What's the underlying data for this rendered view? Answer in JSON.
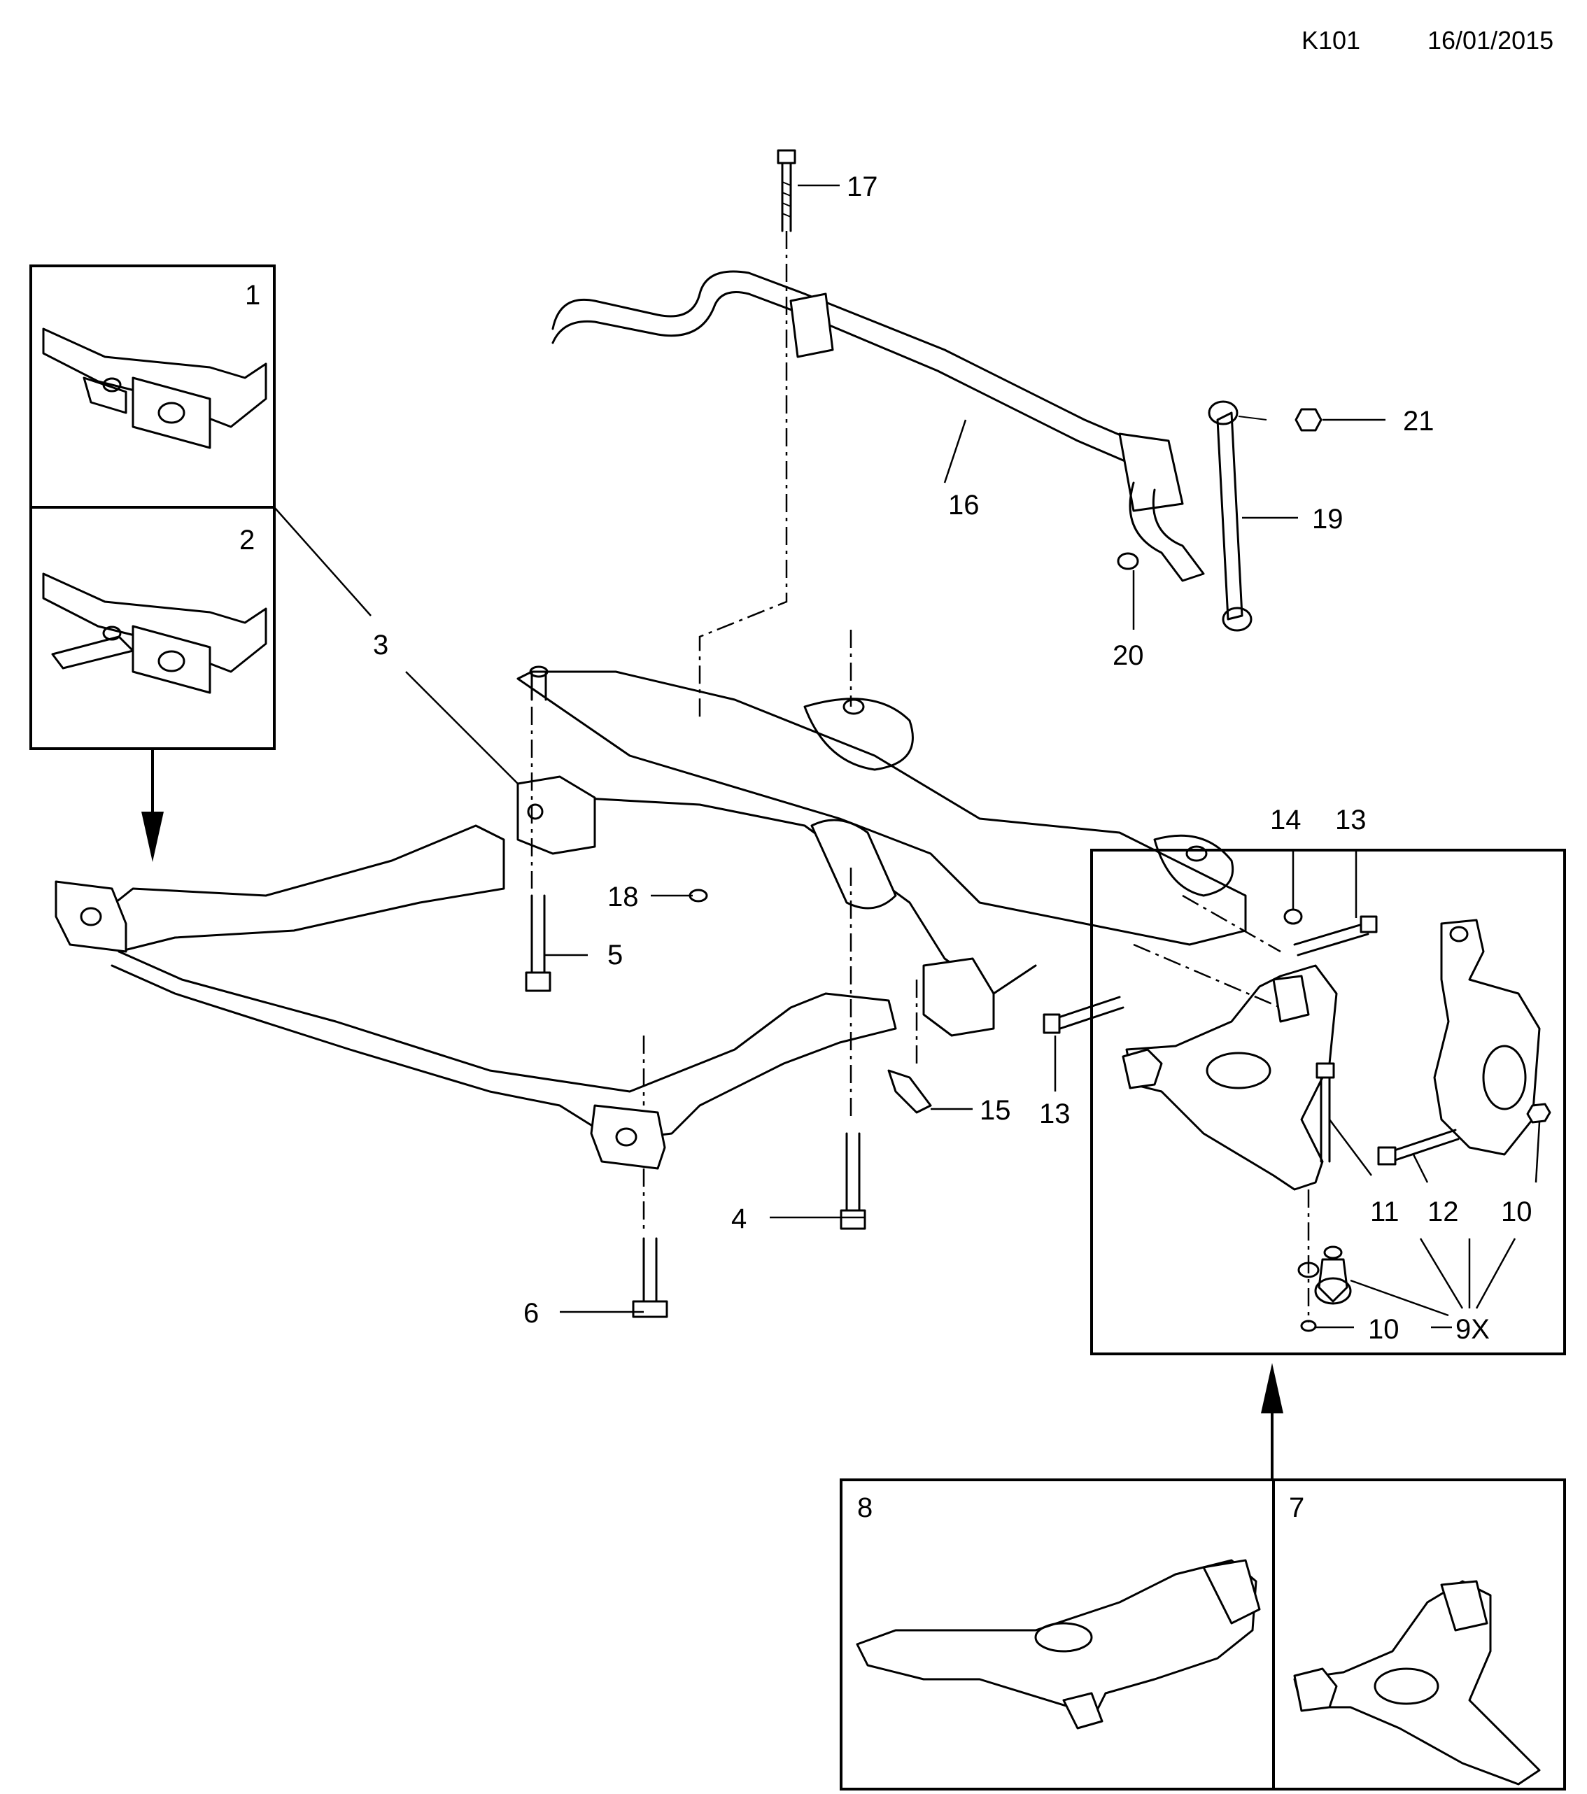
{
  "header": {
    "code": "K101",
    "date": "16/01/2015"
  },
  "callouts": {
    "c1": "1",
    "c2": "2",
    "c3": "3",
    "c4": "4",
    "c5": "5",
    "c6": "6",
    "c7": "7",
    "c8": "8",
    "c9x": "9X",
    "c10a": "10",
    "c10b": "10",
    "c11": "11",
    "c12": "12",
    "c13a": "13",
    "c13b": "13",
    "c14": "14",
    "c15": "15",
    "c16": "16",
    "c17": "17",
    "c18": "18",
    "c19": "19",
    "c20": "20",
    "c21": "21"
  }
}
